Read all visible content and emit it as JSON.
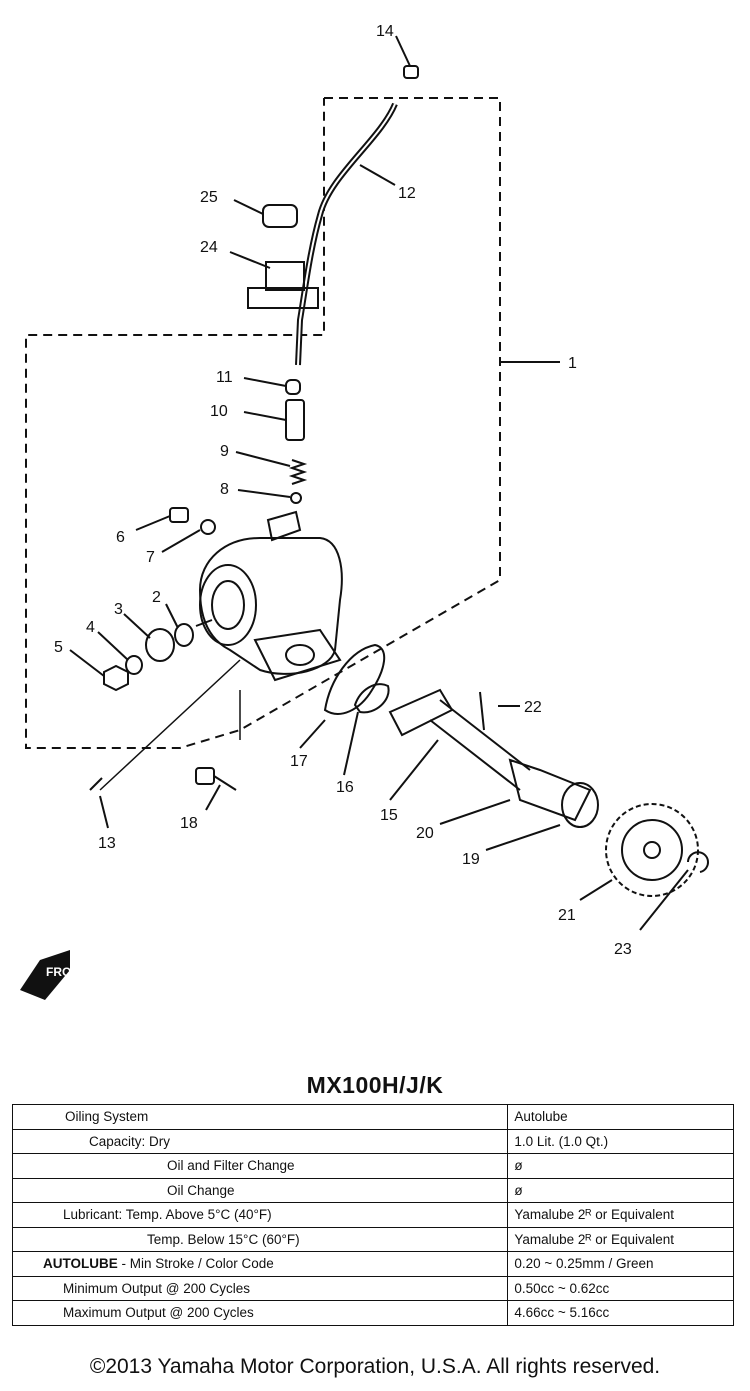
{
  "diagram": {
    "callouts": [
      "1",
      "2",
      "3",
      "4",
      "5",
      "6",
      "7",
      "8",
      "9",
      "10",
      "11",
      "12",
      "13",
      "14",
      "15",
      "16",
      "17",
      "18",
      "19",
      "20",
      "21",
      "22",
      "23",
      "24",
      "25"
    ],
    "front_icon": "front-arrow-icon"
  },
  "table": {
    "title": "MX100H/J/K",
    "rows": [
      {
        "label": "Oiling System",
        "value": "Autolube"
      },
      {
        "label": "Capacity: Dry",
        "value": "1.0 Lit. (1.0 Qt.)"
      },
      {
        "label": "Oil and Filter Change",
        "value": "ø"
      },
      {
        "label": "Oil Change",
        "value": "ø"
      },
      {
        "label": "Lubricant: Temp. Above 5°C (40°F)",
        "value": "Yamalube 2ᴿ or Equivalent"
      },
      {
        "label": "Temp. Below 15°C (60°F)",
        "value": "Yamalube 2ᴿ or Equivalent"
      },
      {
        "label_bold": "AUTOLUBE",
        "label": " - Min Stroke / Color Code",
        "value": "0.20 ~ 0.25mm / Green"
      },
      {
        "label": "Minimum Output @ 200 Cycles",
        "value": "0.50cc ~ 0.62cc"
      },
      {
        "label": "Maximum Output @ 200 Cycles",
        "value": "4.66cc ~ 5.16cc"
      }
    ]
  },
  "footer": {
    "copyright": "©2013 Yamaha Motor Corporation, U.S.A. All rights reserved."
  }
}
